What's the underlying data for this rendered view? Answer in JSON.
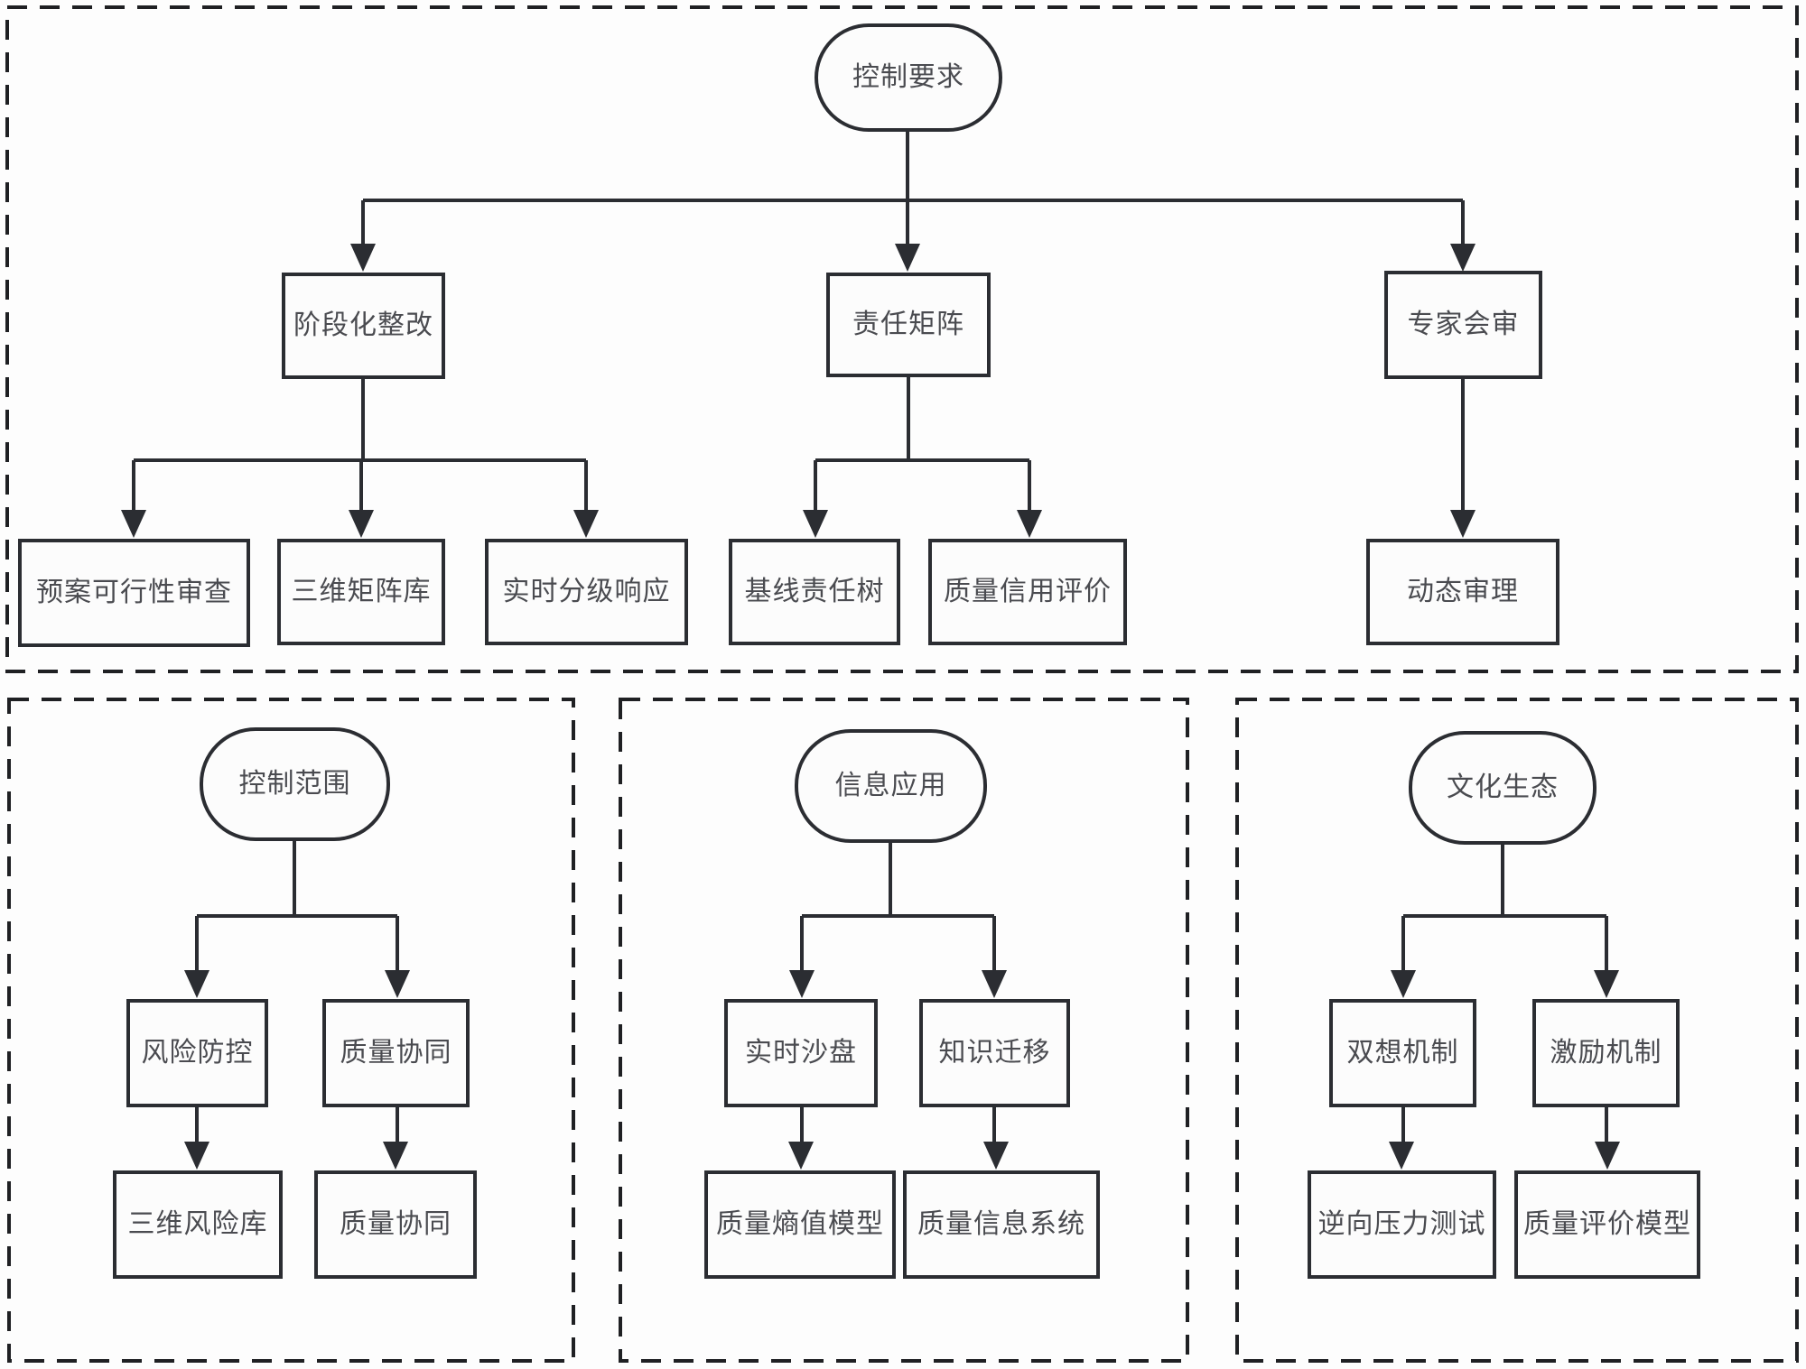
{
  "sections": [
    {
      "root": {
        "label": "控制要求"
      },
      "branches": [
        {
          "label": "阶段化整改",
          "children": [
            {
              "label": "预案可行性审查"
            },
            {
              "label": "三维矩阵库"
            },
            {
              "label": "实时分级响应"
            }
          ]
        },
        {
          "label": "责任矩阵",
          "children": [
            {
              "label": "基线责任树"
            },
            {
              "label": "质量信用评价"
            }
          ]
        },
        {
          "label": "专家会审",
          "children": [
            {
              "label": "动态审理"
            }
          ]
        }
      ]
    },
    {
      "root": {
        "label": "控制范围"
      },
      "branches": [
        {
          "label": "风险防控",
          "children": [
            {
              "label": "三维风险库"
            }
          ]
        },
        {
          "label": "质量协同",
          "children": [
            {
              "label": "质量协同"
            }
          ]
        }
      ]
    },
    {
      "root": {
        "label": "信息应用"
      },
      "branches": [
        {
          "label": "实时沙盘",
          "children": [
            {
              "label": "质量熵值模型"
            }
          ]
        },
        {
          "label": "知识迁移",
          "children": [
            {
              "label": "质量信息系统"
            }
          ]
        }
      ]
    },
    {
      "root": {
        "label": "文化生态"
      },
      "branches": [
        {
          "label": "双想机制",
          "children": [
            {
              "label": "逆向压力测试"
            }
          ]
        },
        {
          "label": "激励机制",
          "children": [
            {
              "label": "质量评价模型"
            }
          ]
        }
      ]
    }
  ],
  "colors": {
    "line": "#2b2d32",
    "node_border": "#2b2d32",
    "node_text": "#4a4b50",
    "node_background": "#fcfcfc",
    "page_background": "#fdfdfd",
    "frame": "#1f2023"
  }
}
